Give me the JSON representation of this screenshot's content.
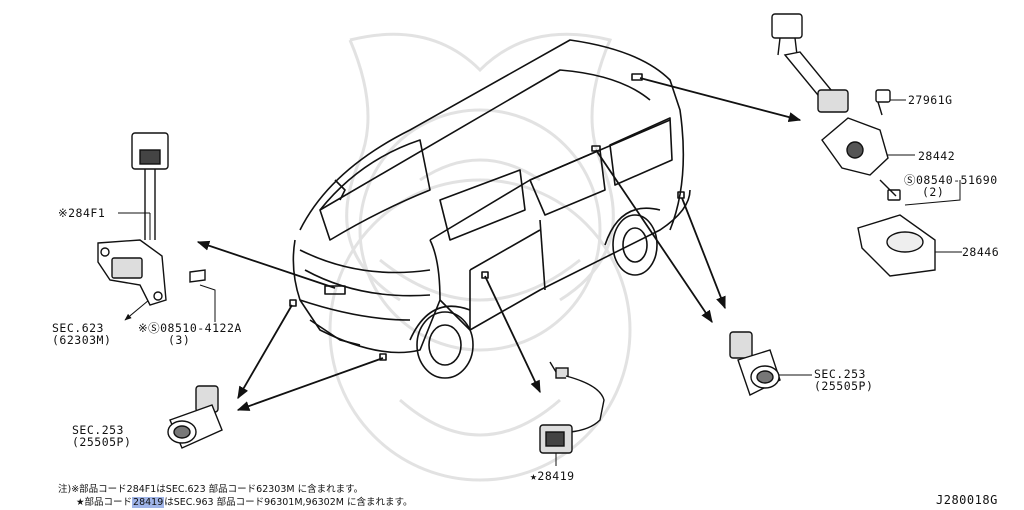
{
  "diagram_id": "J280018G",
  "labels": {
    "p284f1": "※284F1",
    "sec623": "SEC.623",
    "sec623_code": "(62303M)",
    "screw_left": "※Ⓢ08510-4122A",
    "screw_left_qty": "(3)",
    "p27961g": "27961G",
    "p28442": "28442",
    "screw_right": "Ⓢ08540-51690",
    "screw_right_qty": "(2)",
    "p28446": "28446",
    "sec253": "SEC.253",
    "sec253_code": "(25505P)",
    "p28419": "★28419"
  },
  "notes": {
    "line1": "注)※部品コード284F1はSEC.623 部品コード62303M に含まれます。",
    "line2_prefix": "★部品コード",
    "line2_highlight": "28419",
    "line2_suffix": "はSEC.963 部品コード96301M,96302M に含まれます。"
  },
  "colors": {
    "highlight": "#9fb4e8",
    "line": "#111111",
    "watermark": "#dcdcdc"
  }
}
